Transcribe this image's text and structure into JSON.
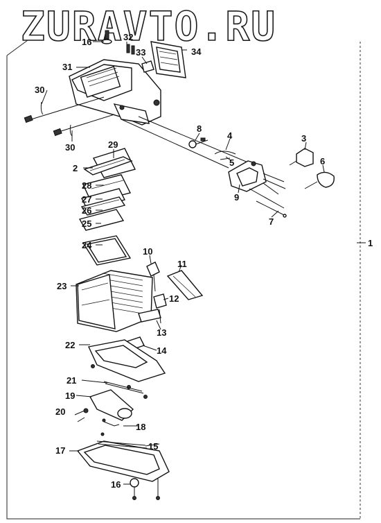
{
  "watermark": "ZURAVTO.RU",
  "callouts": [
    {
      "id": "c1",
      "text": "1"
    },
    {
      "id": "c2",
      "text": "2"
    },
    {
      "id": "c3",
      "text": "3"
    },
    {
      "id": "c4",
      "text": "4"
    },
    {
      "id": "c5",
      "text": "5"
    },
    {
      "id": "c6",
      "text": "6"
    },
    {
      "id": "c7",
      "text": "7"
    },
    {
      "id": "c8",
      "text": "8"
    },
    {
      "id": "c9",
      "text": "9"
    },
    {
      "id": "c10",
      "text": "10"
    },
    {
      "id": "c11",
      "text": "11"
    },
    {
      "id": "c12",
      "text": "12"
    },
    {
      "id": "c13",
      "text": "13"
    },
    {
      "id": "c14",
      "text": "14"
    },
    {
      "id": "c15",
      "text": "15"
    },
    {
      "id": "c16a",
      "text": "16"
    },
    {
      "id": "c16b",
      "text": "16"
    },
    {
      "id": "c17",
      "text": "17"
    },
    {
      "id": "c18",
      "text": "18"
    },
    {
      "id": "c19",
      "text": "19"
    },
    {
      "id": "c20",
      "text": "20"
    },
    {
      "id": "c21",
      "text": "21"
    },
    {
      "id": "c22",
      "text": "22"
    },
    {
      "id": "c23",
      "text": "23"
    },
    {
      "id": "c24",
      "text": "24"
    },
    {
      "id": "c25",
      "text": "25"
    },
    {
      "id": "c26",
      "text": "26"
    },
    {
      "id": "c27",
      "text": "27"
    },
    {
      "id": "c28",
      "text": "28"
    },
    {
      "id": "c29",
      "text": "29"
    },
    {
      "id": "c30a",
      "text": "30"
    },
    {
      "id": "c30b",
      "text": "30"
    },
    {
      "id": "c31",
      "text": "31"
    },
    {
      "id": "c32",
      "text": "32"
    },
    {
      "id": "c33",
      "text": "33"
    },
    {
      "id": "c34",
      "text": "34"
    }
  ]
}
